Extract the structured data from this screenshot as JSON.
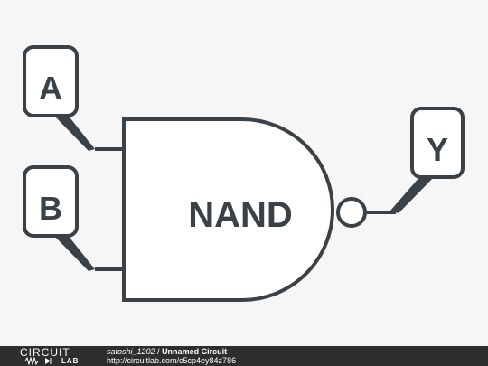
{
  "diagram": {
    "gate_label": "NAND",
    "inputs": [
      {
        "label": "A"
      },
      {
        "label": "B"
      }
    ],
    "output": {
      "label": "Y"
    }
  },
  "colors": {
    "stroke": "#3a4248",
    "background": "#f6f6f6",
    "footer_bg": "#2e2e2e"
  },
  "footer": {
    "logo_top": "CIRCUIT",
    "logo_bottom": "LAB",
    "username": "satoshi_1202",
    "separator": " / ",
    "circuit_name": "Unnamed Circuit",
    "url": "http://circuitlab.com/c5cp4ey84z786"
  }
}
